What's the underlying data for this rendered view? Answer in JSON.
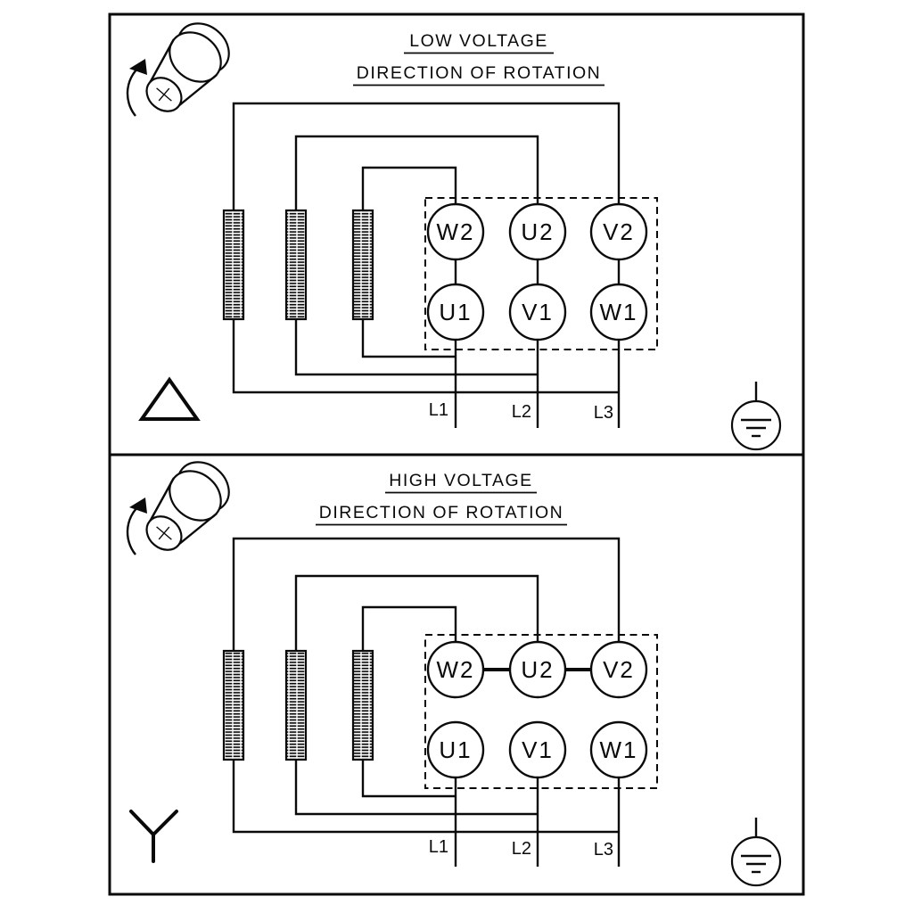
{
  "diagram": {
    "background_color": "#ffffff",
    "line_color": "#000000",
    "panels": [
      {
        "id": "low-voltage",
        "title": "LOW VOLTAGE",
        "subtitle": "DIRECTION OF ROTATION",
        "connection_type": "delta",
        "terminal_top_row": [
          "W2",
          "U2",
          "V2"
        ],
        "terminal_bottom_row": [
          "U1",
          "V1",
          "W1"
        ],
        "lead_labels": [
          "L1",
          "L2",
          "L3"
        ],
        "icons": {
          "rotation": "shaft-rotation-arrow-icon",
          "connection": "delta-symbol-icon",
          "ground": "earth-ground-icon"
        }
      },
      {
        "id": "high-voltage",
        "title": "HIGH VOLTAGE",
        "subtitle": "DIRECTION OF ROTATION",
        "connection_type": "star",
        "terminal_top_row": [
          "W2",
          "U2",
          "V2"
        ],
        "terminal_bottom_row": [
          "U1",
          "V1",
          "W1"
        ],
        "lead_labels": [
          "L1",
          "L2",
          "L3"
        ],
        "icons": {
          "rotation": "shaft-rotation-arrow-icon",
          "connection": "wye-symbol-icon",
          "ground": "earth-ground-icon"
        }
      }
    ]
  }
}
